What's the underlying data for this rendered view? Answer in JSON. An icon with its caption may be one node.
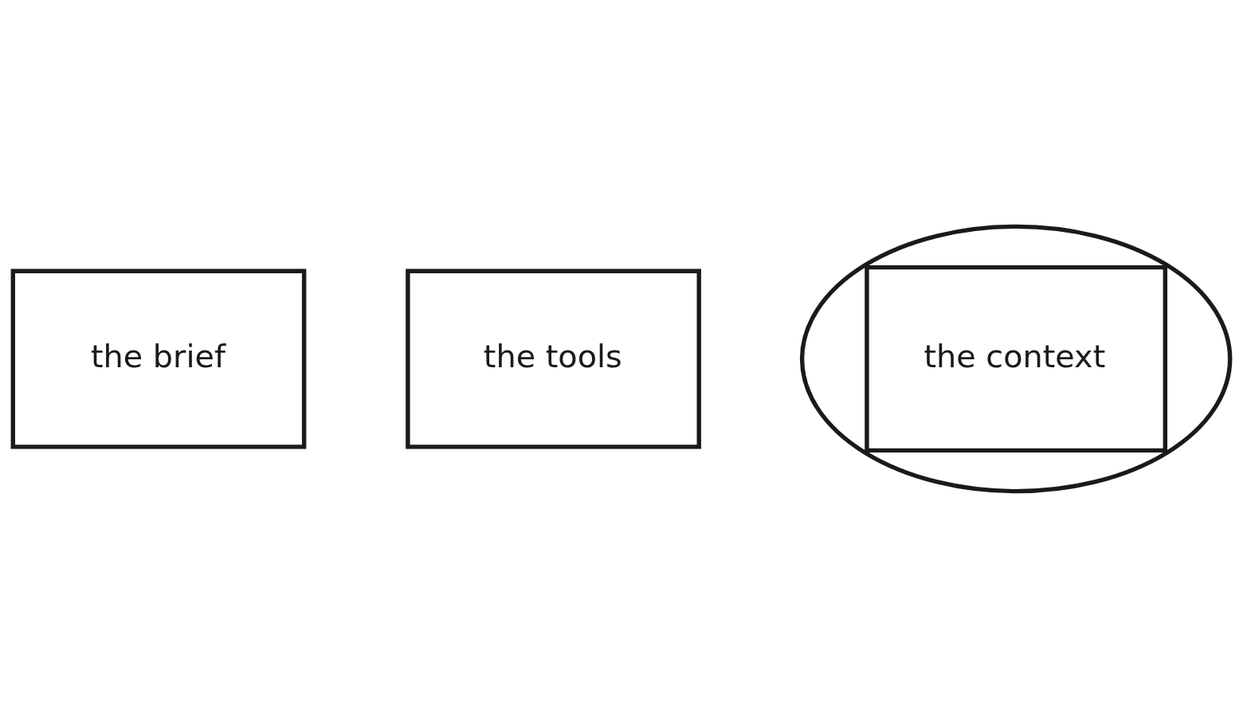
{
  "diagram": {
    "nodes": [
      {
        "text": [
          "the brief"
        ]
      },
      {
        "text": [
          "the tools"
        ]
      },
      {
        "text": [
          "the context"
        ]
      }
    ]
  }
}
